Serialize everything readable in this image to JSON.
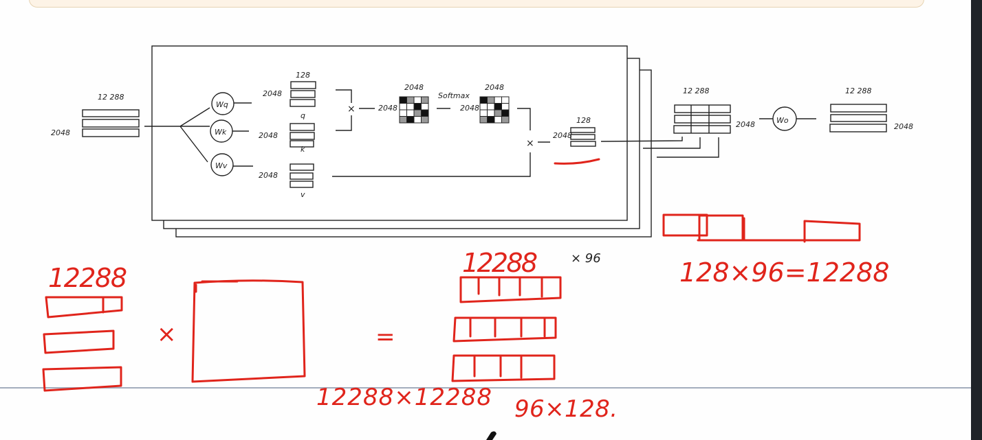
{
  "diagram": {
    "input": {
      "width_label": "12 288",
      "height_label": "2048"
    },
    "weights": {
      "q": "Wq",
      "k": "Wk",
      "v": "Wv",
      "o": "Wo"
    },
    "q": {
      "dim_top": "128",
      "dim_side": "2048",
      "name": "q"
    },
    "k": {
      "dim_side": "2048",
      "name": "k"
    },
    "v": {
      "dim_side": "2048",
      "name": "v"
    },
    "multiply_symbol": "×",
    "scores": {
      "dim_top": "2048",
      "dim_side": "2048"
    },
    "softmax_label": "Softmax",
    "softmax_out": {
      "dim_top": "2048",
      "dim_side": "2048"
    },
    "head_out": {
      "dim_top": "128",
      "dim_side": "2048"
    },
    "heads_count": "× 96",
    "concat": {
      "width_label": "12 288",
      "height_label": "2048"
    },
    "output": {
      "width_label": "12 288",
      "height_label": "2048"
    }
  },
  "annotations": {
    "concat_eq": "128×96=12288",
    "left_width": "12288",
    "times": "×",
    "equals": "=",
    "result_width": "12288",
    "matrix_size": "12288×12288",
    "heads_shape": "96×128."
  },
  "colors": {
    "annotation": "#e0241b",
    "ink": "#222222"
  }
}
